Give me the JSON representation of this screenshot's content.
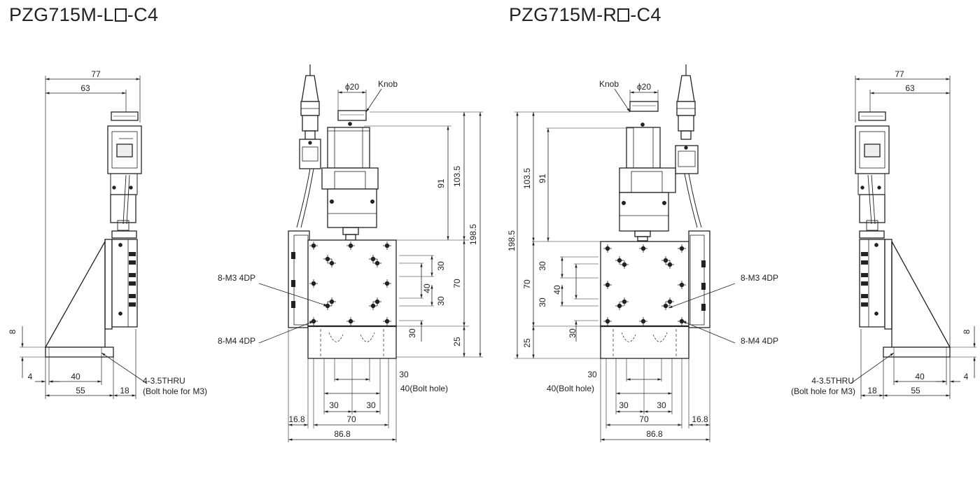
{
  "titles": {
    "left": {
      "prefix": "PZG715M-L",
      "suffix": "-C4"
    },
    "right": {
      "prefix": "PZG715M-R",
      "suffix": "-C4"
    }
  },
  "dims": {
    "w77": "77",
    "w63": "63",
    "h8": "8",
    "d4": "4",
    "d40": "40",
    "d55": "55",
    "d18": "18",
    "thru": "4-3.5THRU",
    "bolt_m3": "(Bolt hole for M3)",
    "phi20": "ϕ20",
    "knob": "Knob",
    "h91": "91",
    "h103_5": "103.5",
    "h198_5": "198.5",
    "h30": "30",
    "h40": "40",
    "h70": "70",
    "h25": "25",
    "m3": "8-M3 4DP",
    "m4": "8-M4 4DP",
    "bolt40": "40(Bolt hole)",
    "w16_8": "16.8",
    "w86_8": "86.8"
  }
}
